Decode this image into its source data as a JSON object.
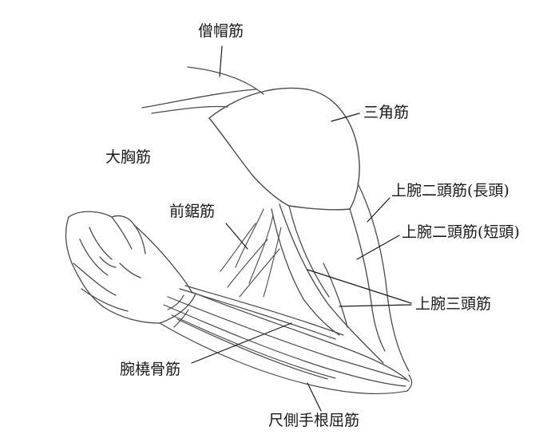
{
  "diagram": {
    "labels": {
      "trapezius": "僧帽筋",
      "deltoid": "三角筋",
      "pectoralis_major": "大胸筋",
      "serratus_anterior": "前鋸筋",
      "biceps_long_head": "上腕二頭筋(長頭)",
      "biceps_short_head": "上腕二頭筋(短頭)",
      "triceps": "上腕三頭筋",
      "brachioradialis": "腕橈骨筋",
      "flexor_carpi_ulnaris": "尺側手根屈筋"
    },
    "colors": {
      "sketch_line": "#4a4a4a",
      "leader_line": "#1a1a1a",
      "label_text": "#1a1a1a"
    }
  }
}
